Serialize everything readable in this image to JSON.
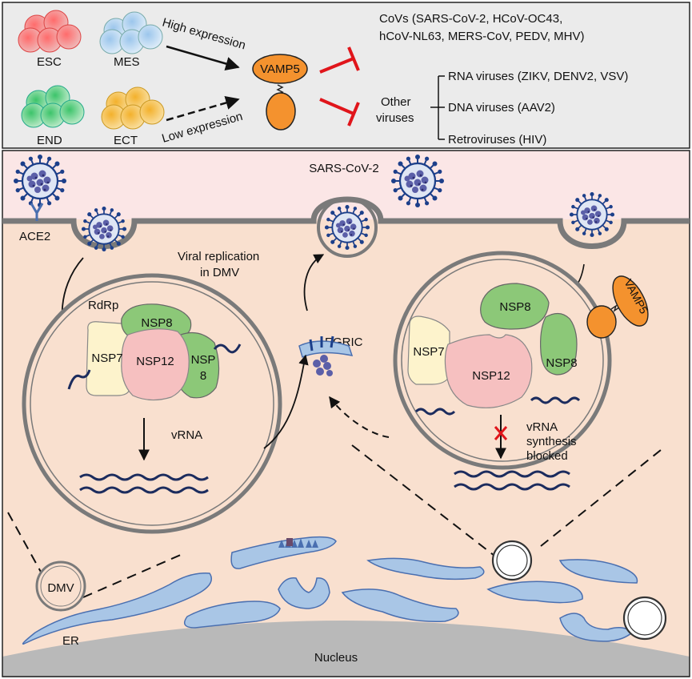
{
  "cells": {
    "esc": "ESC",
    "mes": "MES",
    "end": "END",
    "ect": "ECT"
  },
  "expression": {
    "high": "High expression",
    "low": "Low expression"
  },
  "vamp5_label": "VAMP5",
  "covs_line1": "CoVs (SARS-CoV-2, HCoV-OC43,",
  "covs_line2": "hCoV-NL63, MERS-CoV, PEDV, MHV)",
  "other_viruses": [
    "Other",
    "viruses"
  ],
  "virus_classes": [
    "RNA viruses (ZIKV, DENV2, VSV)",
    "DNA viruses (AAV2)",
    "Retroviruses (HIV)"
  ],
  "bottom": {
    "sars_cov_2": "SARS-CoV-2",
    "ace2": "ACE2",
    "viral_replication": [
      "Viral replication",
      "in DMV"
    ],
    "rdrp": "RdRp",
    "nsp7": "NSP7",
    "nsp8": "NSP8",
    "nsp12": "NSP12",
    "nsp8_split": [
      "NSP",
      "8"
    ],
    "vrna": "vRNA",
    "egric": "EGRIC",
    "blocked": [
      "vRNA",
      "synthesis",
      "blocked"
    ],
    "vamp5": "VAMP5",
    "dmv": "DMV",
    "er": "ER",
    "nucleus": "Nucleus"
  },
  "colors": {
    "top_panel_bg": "#ebebeb",
    "cytoplasm": "#f9e0cf",
    "extracellular": "#fbe6e6",
    "vamp5": "#f4922e",
    "nsp8": "#8cc878",
    "nsp12": "#f6c0c0",
    "nsp7": "#fdf3cc",
    "er": "#a9c6e6",
    "virus": "#1c3f8a",
    "inhibition": "#e0151b"
  }
}
